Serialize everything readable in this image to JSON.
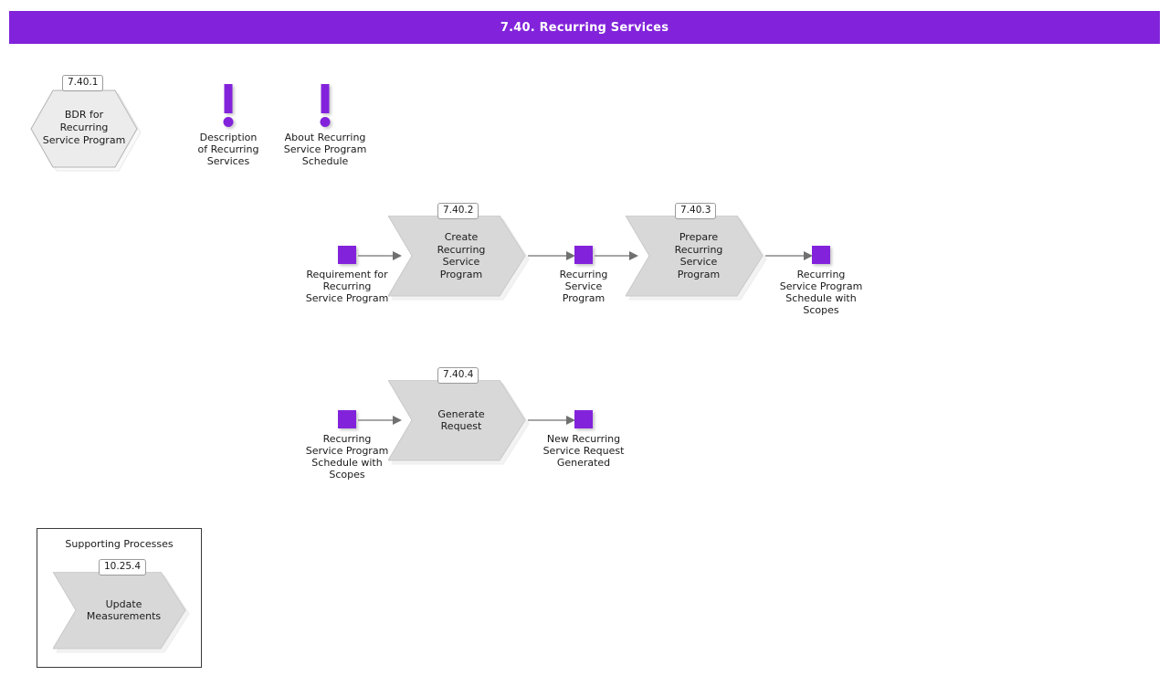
{
  "header": {
    "title": "7.40. Recurring Services",
    "bar_color": "#8223db",
    "text_color": "#ffffff"
  },
  "palette": {
    "accent_purple": "#8223db",
    "hexagon_fill": "#ececec",
    "process_fill": "#d8d8d8",
    "shape_stroke": "#a8a8a8",
    "connector": "#707070",
    "text": "#1a1a1a"
  },
  "diagram": {
    "type": "process-flow",
    "bdr": {
      "tag": "7.40.1",
      "label": "BDR for Recurring\nService Program",
      "shape": "hexagon"
    },
    "notes": [
      {
        "icon": "exclamation-note-icon",
        "label": "Description\nof Recurring\nServices"
      },
      {
        "icon": "exclamation-note-icon",
        "label": "About Recurring\nService Program\nSchedule"
      }
    ],
    "rows": [
      {
        "name": "recurring-service-program-row",
        "steps": [
          {
            "kind": "data-object",
            "label": "Requirement for\nRecurring\nService Program"
          },
          {
            "kind": "process",
            "tag": "7.40.2",
            "label": "Create\nRecurring\nService\nProgram"
          },
          {
            "kind": "data-object",
            "label": "Recurring\nService\nProgram"
          },
          {
            "kind": "process",
            "tag": "7.40.3",
            "label": "Prepare\nRecurring\nService\nProgram"
          },
          {
            "kind": "data-object",
            "label": "Recurring\nService Program\nSchedule with\nScopes"
          }
        ]
      },
      {
        "name": "generate-request-row",
        "steps": [
          {
            "kind": "data-object",
            "label": "Recurring\nService Program\nSchedule with\nScopes"
          },
          {
            "kind": "process",
            "tag": "7.40.4",
            "label": "Generate\nRequest"
          },
          {
            "kind": "data-object",
            "label": "New Recurring\nService Request\nGenerated"
          }
        ]
      }
    ],
    "supporting": {
      "title": "Supporting Processes",
      "items": [
        {
          "tag": "10.25.4",
          "label": "Update\nMeasurements"
        }
      ]
    }
  }
}
